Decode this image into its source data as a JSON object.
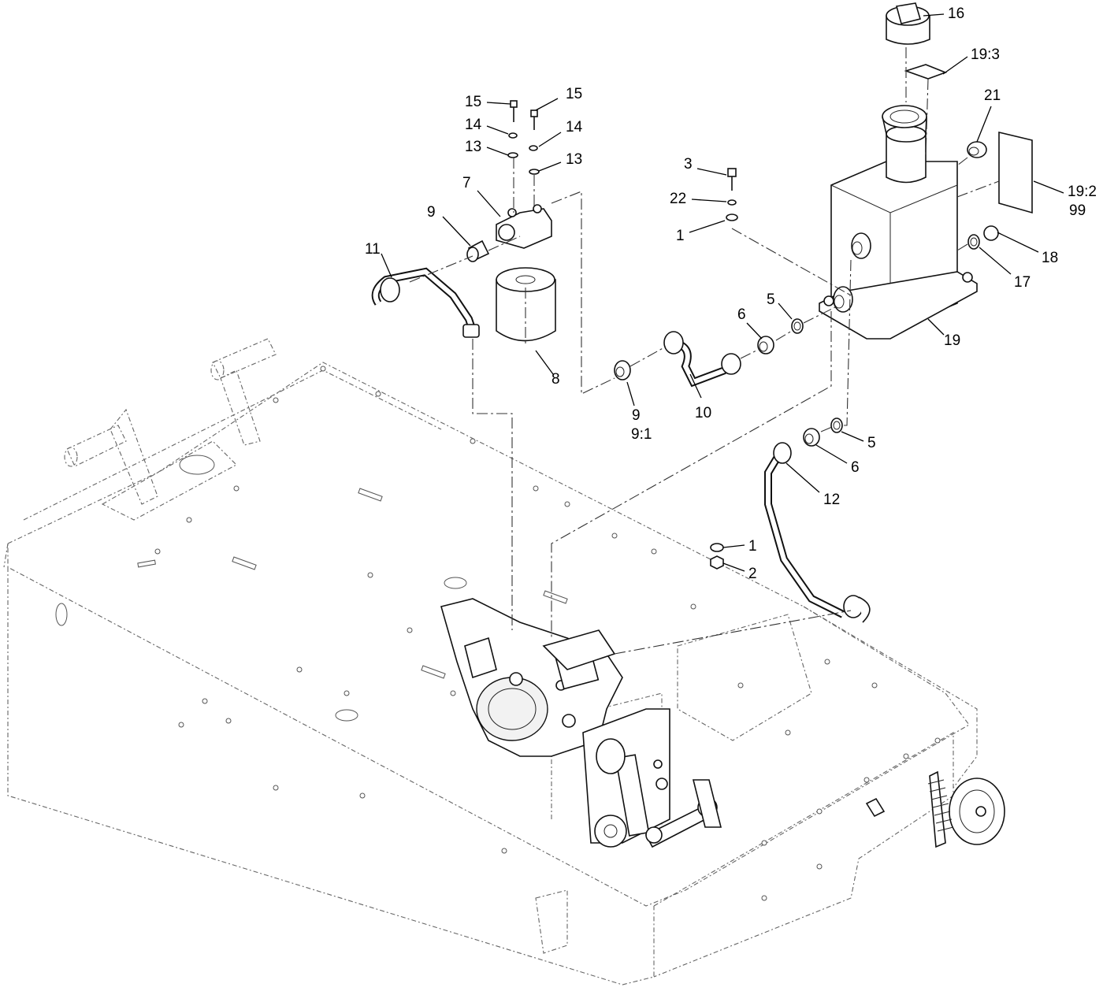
{
  "diagram": {
    "callouts": [
      {
        "id": "c16",
        "text": "16"
      },
      {
        "id": "c19_3",
        "text": "19:3"
      },
      {
        "id": "c21",
        "text": "21"
      },
      {
        "id": "c19_2",
        "text": "19:2"
      },
      {
        "id": "c99",
        "text": "99"
      },
      {
        "id": "c18",
        "text": "18"
      },
      {
        "id": "c17",
        "text": "17"
      },
      {
        "id": "c19",
        "text": "19"
      },
      {
        "id": "c15a",
        "text": "15"
      },
      {
        "id": "c15b",
        "text": "15"
      },
      {
        "id": "c14a",
        "text": "14"
      },
      {
        "id": "c14b",
        "text": "14"
      },
      {
        "id": "c13a",
        "text": "13"
      },
      {
        "id": "c13b",
        "text": "13"
      },
      {
        "id": "c7",
        "text": "7"
      },
      {
        "id": "c9a",
        "text": "9"
      },
      {
        "id": "c11",
        "text": "11"
      },
      {
        "id": "c8",
        "text": "8"
      },
      {
        "id": "c3",
        "text": "3"
      },
      {
        "id": "c22",
        "text": "22"
      },
      {
        "id": "c1a",
        "text": "1"
      },
      {
        "id": "c5a",
        "text": "5"
      },
      {
        "id": "c6a",
        "text": "6"
      },
      {
        "id": "c9b",
        "text": "9"
      },
      {
        "id": "c9_1",
        "text": "9:1"
      },
      {
        "id": "c10",
        "text": "10"
      },
      {
        "id": "c5b",
        "text": "5"
      },
      {
        "id": "c6b",
        "text": "6"
      },
      {
        "id": "c12",
        "text": "12"
      },
      {
        "id": "c1b",
        "text": "1"
      },
      {
        "id": "c2",
        "text": "2"
      }
    ]
  }
}
